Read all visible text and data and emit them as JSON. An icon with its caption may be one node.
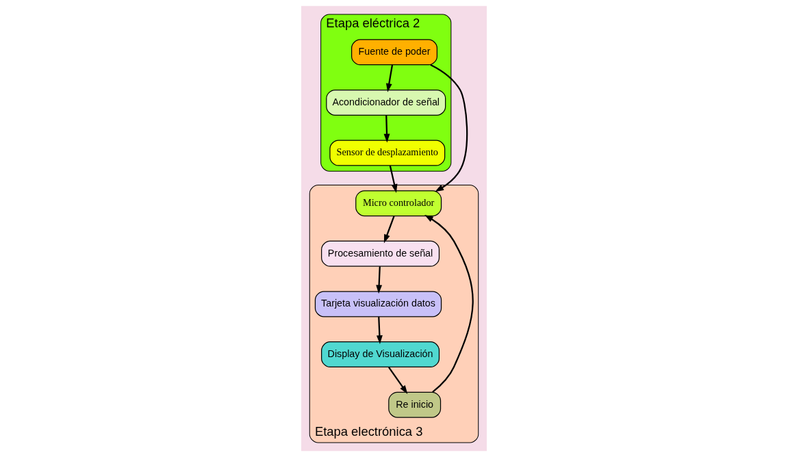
{
  "diagram": {
    "nodes": [
      {
        "text": [
          "Etapa eléctrica 2"
        ]
      },
      {
        "text": [
          "Fuente de poder"
        ],
        "in": 0
      },
      {
        "text": [
          "Acondicionador de señal"
        ],
        "in": 0
      },
      {
        "text": [
          "Sensor de desplazamiento"
        ],
        "in": 0
      },
      {
        "text": [
          "Etapa electrónica 3"
        ]
      },
      {
        "text": [
          "Micro controlador"
        ],
        "in": 4
      },
      {
        "text": [
          "Re inicio"
        ],
        "in": 4
      },
      {
        "text": [
          "Procesamiento de señal"
        ],
        "in": 4
      },
      {
        "text": [
          "Tarjeta visualización datos"
        ],
        "in": 4
      },
      {
        "text": [
          "Display de Visualización"
        ],
        "in": 4
      }
    ],
    "edges": [
      {
        "from": 1,
        "to": 2,
        "arrow": "to"
      },
      {
        "from": 2,
        "to": 3,
        "arrow": "to"
      },
      {
        "from": 3,
        "to": 5,
        "arrow": "to"
      },
      {
        "from": 1,
        "to": 5,
        "arrow": "to"
      },
      {
        "from": 5,
        "to": 7,
        "arrow": "to"
      },
      {
        "from": 7,
        "to": 8,
        "arrow": "to"
      },
      {
        "from": 8,
        "to": 9,
        "arrow": "to"
      },
      {
        "from": 9,
        "to": 6,
        "arrow": "to"
      },
      {
        "from": 6,
        "to": 5,
        "arrow": "to"
      }
    ]
  }
}
